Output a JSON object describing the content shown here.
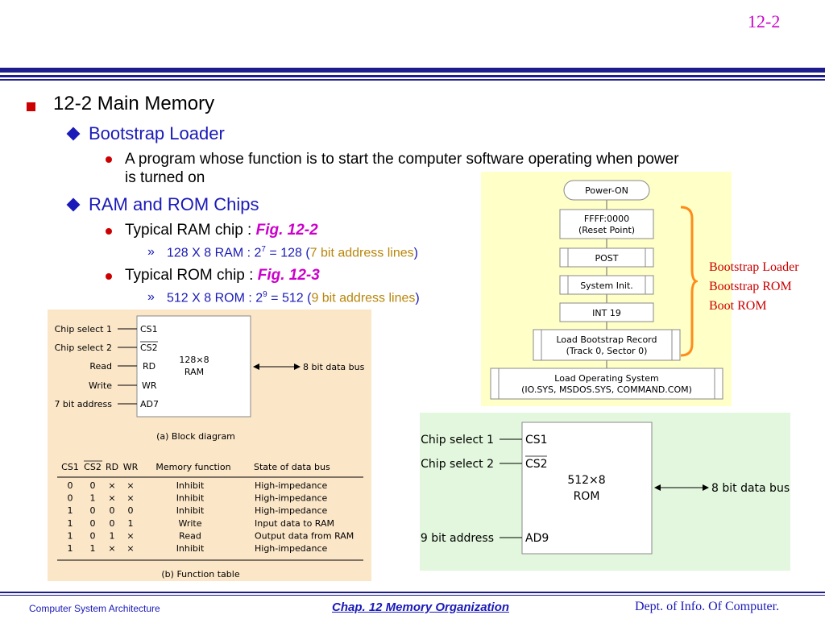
{
  "slide_number": "12-2",
  "content": {
    "heading": "12-2 Main Memory",
    "bootstrap": {
      "title": "Bootstrap Loader",
      "desc_line1": "A program whose function is to start the computer software operating when power",
      "desc_line2": "is turned on"
    },
    "ramrom": {
      "title": "RAM and ROM Chips",
      "ram_text": "Typical RAM chip :",
      "ram_fig": "Fig. 12-2",
      "ram_calc_pre": "128 X 8 RAM : 2",
      "ram_exp": "7",
      "ram_calc_post": " = 128 (",
      "ram_lines": "7 bit address lines",
      "close_paren": ")",
      "rom_text": "Typical ROM chip :",
      "rom_fig": "Fig. 12-3",
      "rom_calc_pre": "512 X 8 ROM : 2",
      "rom_exp": "9",
      "rom_calc_post": " = 512 (",
      "rom_lines": "9 bit address lines"
    },
    "arrow_glyph": "»"
  },
  "ram_figure": {
    "inputs": [
      "Chip select 1",
      "Chip select 2",
      "Read",
      "Write",
      "7 bit address"
    ],
    "pins": [
      "CS1",
      "CS2",
      "RD",
      "WR",
      "AD7"
    ],
    "chip_name": "128×8",
    "chip_type": "RAM",
    "bus_label": "8 bit data bus",
    "caption_a": "(a) Block diagram",
    "table_headers": [
      "CS1",
      "CS2",
      "RD",
      "WR",
      "Memory function",
      "State of data bus"
    ],
    "table_rows": [
      [
        "0",
        "0",
        "×",
        "×",
        "Inhibit",
        "High-impedance"
      ],
      [
        "0",
        "1",
        "×",
        "×",
        "Inhibit",
        "High-impedance"
      ],
      [
        "1",
        "0",
        "0",
        "0",
        "Inhibit",
        "High-impedance"
      ],
      [
        "1",
        "0",
        "0",
        "1",
        "Write",
        "Input data to RAM"
      ],
      [
        "1",
        "0",
        "1",
        "×",
        "Read",
        "Output data from RAM"
      ],
      [
        "1",
        "1",
        "×",
        "×",
        "Inhibit",
        "High-impedance"
      ]
    ],
    "caption_b": "(b) Function table"
  },
  "boot_flow": {
    "steps": [
      [
        "Power-ON"
      ],
      [
        "FFFF:0000",
        "(Reset Point)"
      ],
      [
        "POST"
      ],
      [
        "System Init."
      ],
      [
        "INT 19"
      ],
      [
        "Load Bootstrap Record",
        "(Track 0, Sector 0)"
      ],
      [
        "Load Operating System",
        "(IO.SYS, MSDOS.SYS, COMMAND.COM)"
      ]
    ],
    "bracket_labels": [
      "Bootstrap Loader",
      "Bootstrap ROM",
      "Boot ROM"
    ]
  },
  "rom_figure": {
    "inputs": [
      "Chip select 1",
      "Chip select 2",
      "9 bit address"
    ],
    "pins": [
      "CS1",
      "CS2",
      "AD9"
    ],
    "chip_name": "512×8",
    "chip_type": "ROM",
    "bus_label": "8 bit data bus"
  },
  "footer": {
    "left": "Computer System Architecture",
    "middle": "Chap. 12  Memory Organization",
    "right": "Dept. of  Info. Of  Computer."
  },
  "colors": {
    "accent_blue": "#1a1ab8",
    "heading_red": "#cc0000",
    "figure_magenta": "#cc00cc",
    "gold": "#b8860b",
    "bracket_orange": "#ff8c1a"
  }
}
